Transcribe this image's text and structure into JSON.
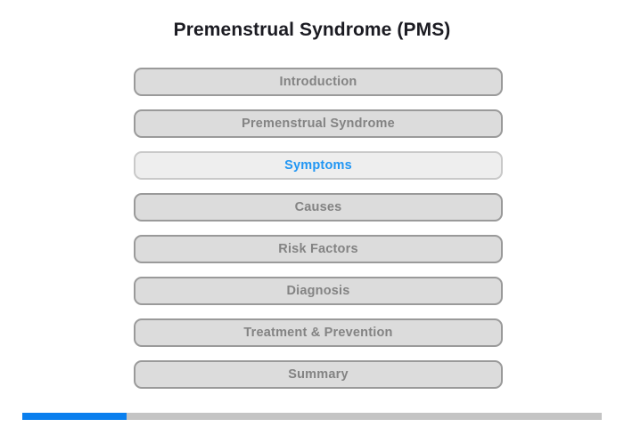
{
  "header": {
    "title": "Premenstrual Syndrome (PMS)"
  },
  "nav": {
    "items": [
      {
        "label": "Introduction",
        "active": false
      },
      {
        "label": "Premenstrual Syndrome",
        "active": false
      },
      {
        "label": "Symptoms",
        "active": true
      },
      {
        "label": "Causes",
        "active": false
      },
      {
        "label": "Risk Factors",
        "active": false
      },
      {
        "label": "Diagnosis",
        "active": false
      },
      {
        "label": "Treatment & Prevention",
        "active": false
      },
      {
        "label": "Summary",
        "active": false
      }
    ]
  },
  "progress": {
    "percent": 18,
    "fill_color": "#0a7fee",
    "track_color": "#c4c4c4"
  },
  "colors": {
    "accent": "#2196f3",
    "button_fill": "#dcdcdc",
    "button_border": "#9a9a9a",
    "button_text": "#838383",
    "active_fill": "#eeeeee",
    "active_border": "#c9c9c9",
    "title_text": "#1b1b22",
    "background": "#ffffff"
  }
}
